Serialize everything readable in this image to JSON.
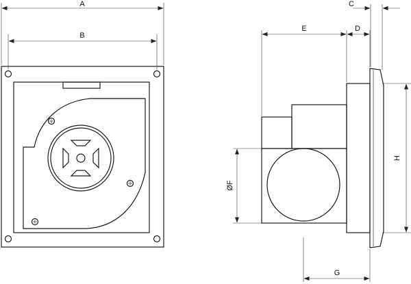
{
  "diagram": {
    "labels": {
      "a": "A",
      "b": "B",
      "c": "C",
      "d": "D",
      "e": "E",
      "f": "ØF",
      "g": "G",
      "h": "H"
    },
    "colors": {
      "line": "#1a1a1a",
      "background": "#ffffff"
    }
  }
}
